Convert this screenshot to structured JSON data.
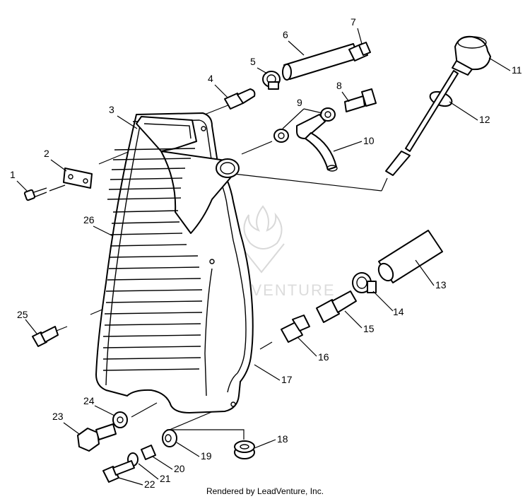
{
  "diagram": {
    "watermark_text": "LEADVENTURE",
    "credit": "Rendered by LeadVenture, Inc.",
    "callouts": [
      {
        "id": "1",
        "label": "1"
      },
      {
        "id": "2",
        "label": "2"
      },
      {
        "id": "3",
        "label": "3"
      },
      {
        "id": "4",
        "label": "4"
      },
      {
        "id": "5",
        "label": "5"
      },
      {
        "id": "6",
        "label": "6"
      },
      {
        "id": "7",
        "label": "7"
      },
      {
        "id": "8",
        "label": "8"
      },
      {
        "id": "9",
        "label": "9"
      },
      {
        "id": "10",
        "label": "10"
      },
      {
        "id": "11",
        "label": "11"
      },
      {
        "id": "12",
        "label": "12"
      },
      {
        "id": "13",
        "label": "13"
      },
      {
        "id": "14",
        "label": "14"
      },
      {
        "id": "15",
        "label": "15"
      },
      {
        "id": "16",
        "label": "16"
      },
      {
        "id": "17",
        "label": "17"
      },
      {
        "id": "18",
        "label": "18"
      },
      {
        "id": "19",
        "label": "19"
      },
      {
        "id": "20",
        "label": "20"
      },
      {
        "id": "21",
        "label": "21"
      },
      {
        "id": "22",
        "label": "22"
      },
      {
        "id": "23",
        "label": "23"
      },
      {
        "id": "24",
        "label": "24"
      },
      {
        "id": "25",
        "label": "25"
      },
      {
        "id": "26",
        "label": "26"
      }
    ]
  }
}
